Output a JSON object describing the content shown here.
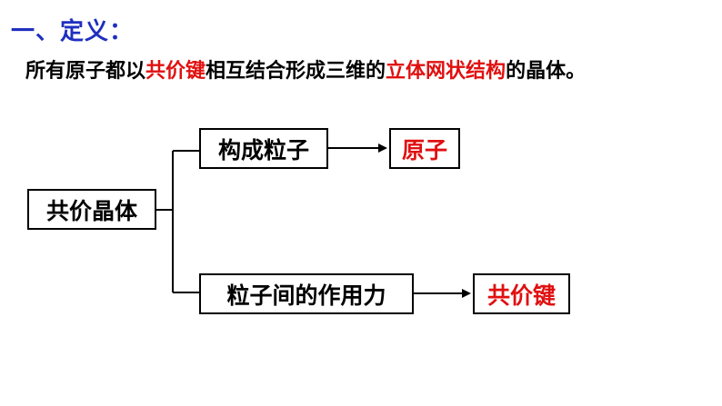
{
  "heading": "一、定义：",
  "definition": {
    "part1": "所有原子都以",
    "highlight1": "共价键",
    "part2": "相互结合形成三维的",
    "highlight2": "立体网状结构",
    "part3": "的晶体。"
  },
  "diagram": {
    "root": "共价晶体",
    "branch1": {
      "label": "构成粒子",
      "result": "原子"
    },
    "branch2": {
      "label": "粒子间的作用力",
      "result": "共价键"
    }
  },
  "colors": {
    "heading": "#1f2fbf",
    "highlight": "#e01010",
    "text": "#000000"
  }
}
